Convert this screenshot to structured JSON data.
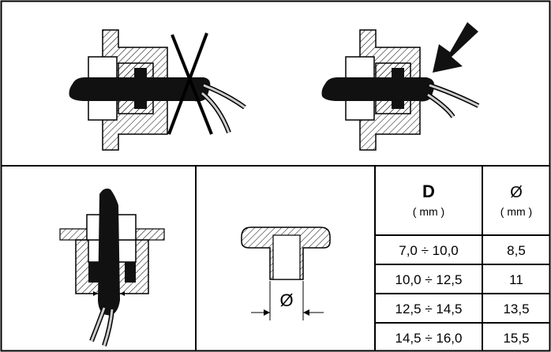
{
  "table": {
    "col1_header": "D",
    "col1_unit": "( mm )",
    "col2_header": "Ø",
    "col2_unit": "( mm )",
    "rows": [
      {
        "d": "7,0 ÷ 10,0",
        "dia": "8,5"
      },
      {
        "d": "10,0 ÷ 12,5",
        "dia": "11"
      },
      {
        "d": "12,5 ÷ 14,5",
        "dia": "13,5"
      },
      {
        "d": "14,5 ÷ 16,0",
        "dia": "15,5"
      }
    ]
  },
  "grommet_dimension_label": "Ø",
  "icons": {
    "wrong": "cross-x-icon",
    "correct": "arrow-icon"
  }
}
